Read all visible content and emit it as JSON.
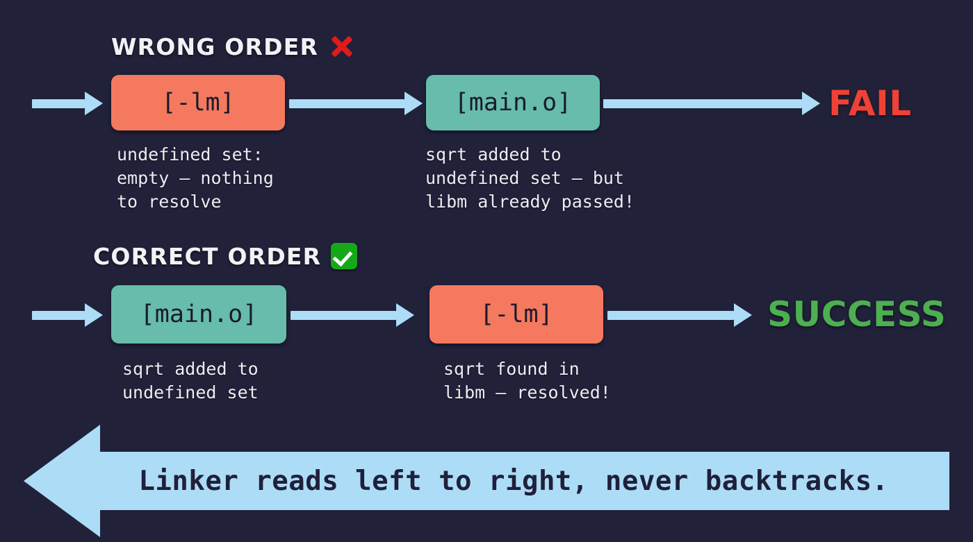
{
  "diagram": {
    "background_color": "#21213a",
    "accent_arrow_color": "#addcf7",
    "orange_color": "#f4795f",
    "teal_color": "#67bcac",
    "fail_color": "#ef4136",
    "success_color": "#4cb050",
    "sections": [
      {
        "id": "wrong-order",
        "title": "WRONG ORDER",
        "status_icon": "red-x-icon",
        "outcome": "FAIL",
        "outcome_color": "#ef4136",
        "nodes": [
          {
            "label": "[-lm]",
            "color": "orange",
            "caption": "undefined set:\nempty — nothing\nto resolve"
          },
          {
            "label": "[main.o]",
            "color": "teal",
            "caption": "sqrt added to\nundefined set — but\nlibm already passed!"
          }
        ]
      },
      {
        "id": "correct-order",
        "title": "CORRECT ORDER",
        "status_icon": "green-check-icon",
        "outcome": "SUCCESS",
        "outcome_color": "#4cb050",
        "nodes": [
          {
            "label": "[main.o]",
            "color": "teal",
            "caption": "sqrt added to\nundefined set"
          },
          {
            "label": "[-lm]",
            "color": "orange",
            "caption": "sqrt found in\nlibm — resolved!"
          }
        ]
      }
    ],
    "banner": {
      "text": "Linker reads left to right, never backtracks.",
      "direction": "left",
      "color": "#addcf7"
    }
  }
}
